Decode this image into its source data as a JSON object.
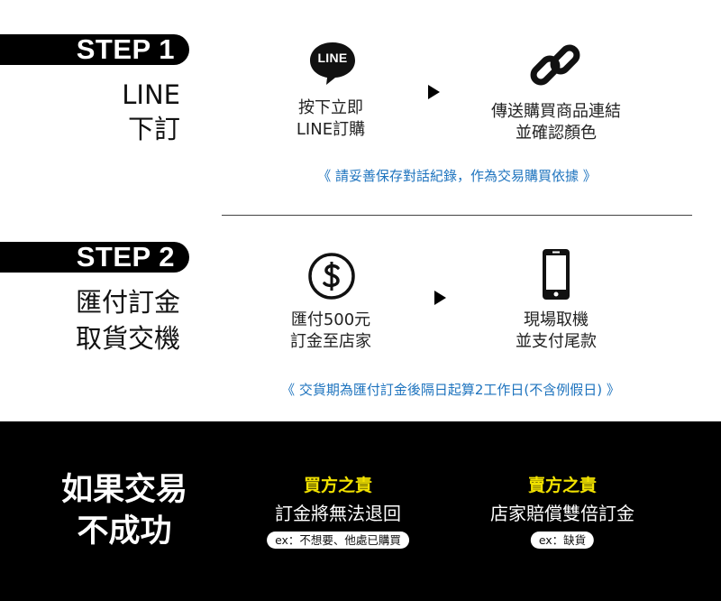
{
  "step1": {
    "badge": "STEP 1",
    "title_line1": "LINE",
    "title_line2": "下訂",
    "line_logo_text": "LINE",
    "action1_line1": "按下立即",
    "action1_line2": "LINE訂購",
    "action2_line1": "傳送購買商品連結",
    "action2_line2": "並確認顏色",
    "note": "《 請妥善保存對話紀錄，作為交易購買依據 》"
  },
  "step2": {
    "badge": "STEP 2",
    "title_line1": "匯付訂金",
    "title_line2": "取貨交機",
    "action1_line1": "匯付500元",
    "action1_line2": "訂金至店家",
    "action2_line1": "現場取機",
    "action2_line2": "並支付尾款",
    "note": "《 交貨期為匯付訂金後隔日起算2工作日(不含例假日) 》"
  },
  "failure": {
    "title_line1": "如果交易",
    "title_line2": "不成功",
    "buyer_head": "買方之責",
    "buyer_body": "訂金將無法退回",
    "buyer_example": "ex：不想要、他處已購買",
    "seller_head": "賣方之責",
    "seller_body": "店家賠償雙倍訂金",
    "seller_example": "ex：缺貨"
  },
  "colors": {
    "note_blue": "#1d73be",
    "highlight_yellow": "#f2e200",
    "black": "#000000"
  }
}
